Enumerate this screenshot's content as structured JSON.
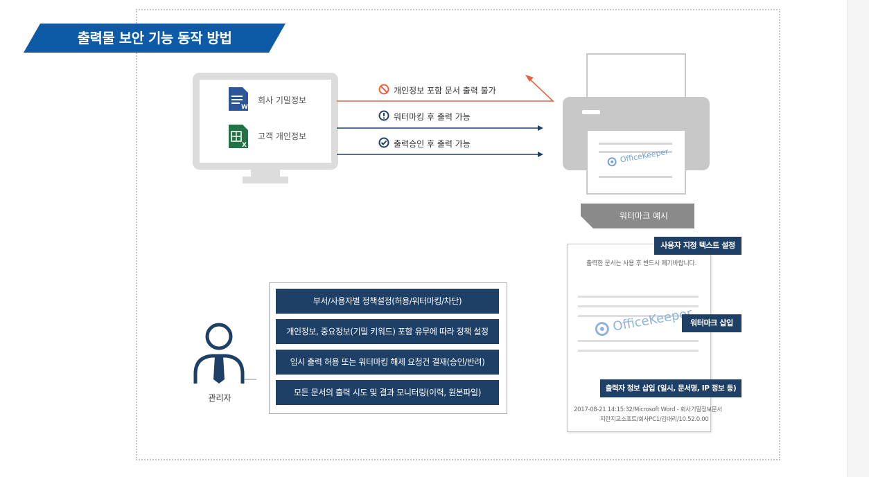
{
  "title": "출력물 보안 기능 동작 방법",
  "documents": [
    {
      "label": "회사 기밀정보",
      "icon": "word-icon"
    },
    {
      "label": "고객 개인정보",
      "icon": "excel-icon"
    }
  ],
  "flows": [
    {
      "label": "개인정보 포함 문서 출력 불가",
      "icon": "prohibited-icon",
      "color": "#e8623e"
    },
    {
      "label": "워터마킹 후 출력 가능",
      "icon": "exclamation-icon",
      "color": "#1e3f66"
    },
    {
      "label": "출력승인 후 출력 가능",
      "icon": "check-circle-icon",
      "color": "#1e3f66"
    }
  ],
  "printer": {
    "watermark_brand": "OfficeKeeper"
  },
  "watermark_example_label": "워터마크 예시",
  "sample": {
    "badge_custom_text": "사용자 지정 텍스트 설정",
    "custom_text": "출력한 문서는 사용 후 반드시 폐기바랍니다.",
    "badge_watermark": "워터마크 삽입",
    "watermark_brand": "OfficeKeeper",
    "badge_printer_info": "출력자 정보 삽입 (일시, 문서명, IP 정보 등)",
    "printer_info_line1": "2017-08-21 14:15:32/Microsoft Word - 회사기밀정보문서",
    "printer_info_line2": "지란지교소프트/회사PC1/김대리/10.52.0.00"
  },
  "admin": {
    "label": "관리자",
    "items": [
      "부서/사용자별 정책설정(허용/워터마킹/차단)",
      "개인정보, 중요정보(기밀 키워드) 포함 유무에 따라 정책 설정",
      "임시 출력 허용 또는 워터마킹 해제 요청건 결재(승인/반려)",
      "모든 문서의 출력 시도 및 결과 모니터링(이력, 원본파일)"
    ]
  },
  "colors": {
    "navy": "#1e3f66",
    "banner": "#0d5aa7",
    "red": "#e8623e",
    "gray": "#c8c8c8"
  }
}
